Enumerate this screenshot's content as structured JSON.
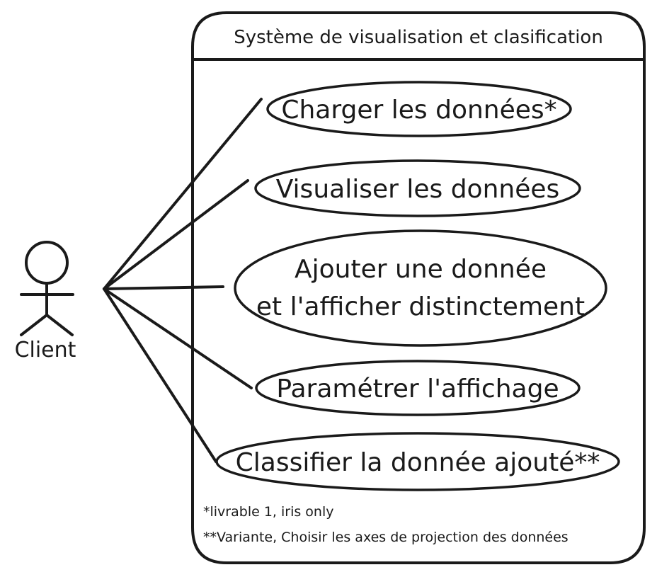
{
  "system": {
    "title": "Système de visualisation et clasification"
  },
  "actor": {
    "name": "Client",
    "icon": "stick-figure-icon"
  },
  "use_cases": [
    {
      "id": "uc-charger",
      "lines": [
        "Charger les données*"
      ]
    },
    {
      "id": "uc-visualiser",
      "lines": [
        "Visualiser les données"
      ]
    },
    {
      "id": "uc-ajouter",
      "lines": [
        "Ajouter une donnée",
        "et l'afficher distinctement"
      ]
    },
    {
      "id": "uc-parametrer",
      "lines": [
        "Paramétrer l'affichage"
      ]
    },
    {
      "id": "uc-classifier",
      "lines": [
        "Classifier la donnée ajouté**"
      ]
    }
  ],
  "notes": [
    "*livrable 1, iris only",
    "**Variante,  Choisir les axes de projection des données"
  ],
  "colors": {
    "stroke": "#1a1a1a",
    "background": "#ffffff"
  }
}
